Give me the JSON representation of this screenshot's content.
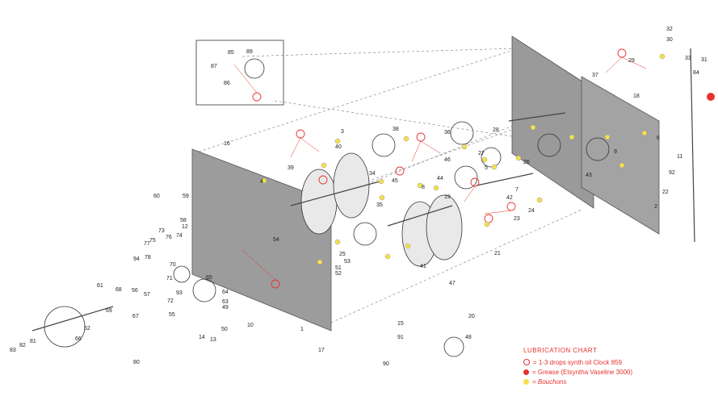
{
  "legend": {
    "title": "LUBRICATION CHART",
    "items": [
      {
        "symbol": "red-open-circle",
        "text": "= 1-3 drops synth oil Clock 859"
      },
      {
        "symbol": "red-filled-circle",
        "text": "= Grease (Etsyntha Vaseline 3000)"
      },
      {
        "symbol": "yellow-filled-circle",
        "text": "= Bouchons"
      }
    ]
  },
  "colors": {
    "oil_marker": "#e8322c",
    "grease_marker": "#e8322c",
    "bouchon_marker": "#f5e04a",
    "plate": "#9a9a9a"
  },
  "part_numbers": [
    "1",
    "2",
    "3",
    "4",
    "5",
    "6",
    "7",
    "8",
    "9",
    "10",
    "11",
    "12",
    "13",
    "14",
    "15",
    "16",
    "17",
    "18",
    "19",
    "20",
    "21",
    "22",
    "23",
    "24",
    "25",
    "26",
    "27",
    "28",
    "29",
    "30",
    "31",
    "32",
    "33",
    "34",
    "35",
    "36",
    "37",
    "38",
    "39",
    "40",
    "41",
    "42",
    "43",
    "44",
    "45",
    "46",
    "47",
    "48",
    "49",
    "50",
    "51",
    "52",
    "53",
    "54",
    "55",
    "56",
    "57",
    "58",
    "59",
    "60",
    "61",
    "62",
    "63",
    "64",
    "65",
    "66",
    "67",
    "68",
    "69",
    "70",
    "71",
    "72",
    "73",
    "74",
    "75",
    "76",
    "77",
    "78",
    "80",
    "81",
    "82",
    "83",
    "84",
    "85",
    "86",
    "87",
    "89",
    "90",
    "91",
    "92",
    "93",
    "94"
  ]
}
